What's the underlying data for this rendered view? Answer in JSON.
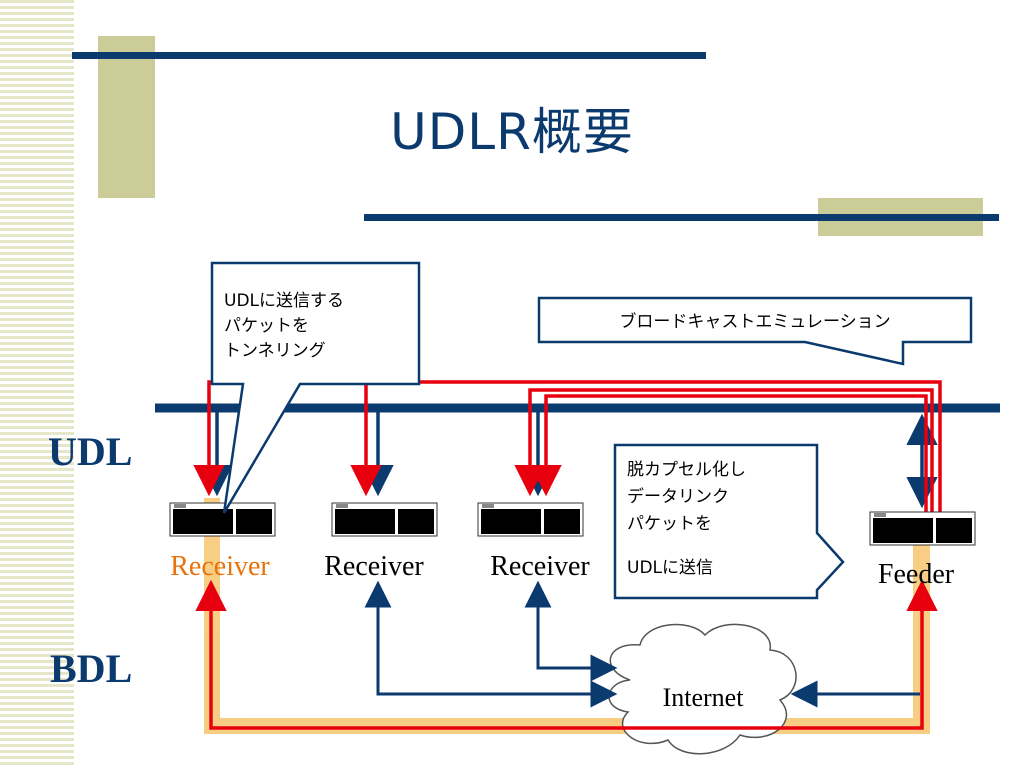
{
  "title": "UDLR概要",
  "labels": {
    "udl": "UDL",
    "bdl": "BDL",
    "internet": "Internet"
  },
  "receivers": [
    {
      "label": "Receiver",
      "color": "#e8720c"
    },
    {
      "label": "Receiver",
      "color": "#000000"
    },
    {
      "label": "Receiver",
      "color": "#000000"
    }
  ],
  "feeder": {
    "label": "Feeder"
  },
  "callouts": {
    "tunneling": [
      "UDLに送信する",
      "パケットを",
      "トンネリング"
    ],
    "broadcast": "ブロードキャストエミュレーション",
    "decapsulate": [
      "脱カプセル化し",
      "データリンク",
      "パケットを",
      "UDLに送信"
    ]
  },
  "colors": {
    "navy": "#0a3a6e",
    "red": "#e8000f",
    "highlight": "#f6c56e",
    "accent_block": "#cccc99"
  }
}
